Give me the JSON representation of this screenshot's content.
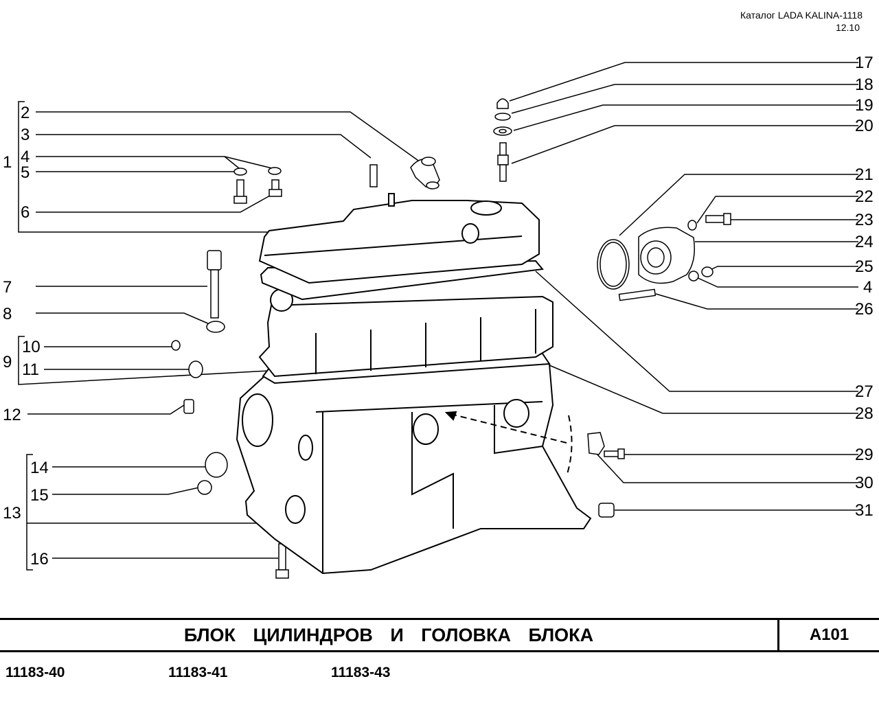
{
  "header": {
    "catalog_title": "Каталог LADA KALINA-1118",
    "revision": "12.10"
  },
  "callouts": {
    "n1": "1",
    "n2": "2",
    "n3": "3",
    "n4a": "4",
    "n4b": "4",
    "n5": "5",
    "n6": "6",
    "n7": "7",
    "n8": "8",
    "n9": "9",
    "n10": "10",
    "n11": "11",
    "n12": "12",
    "n13": "13",
    "n14": "14",
    "n15": "15",
    "n16": "16",
    "n17": "17",
    "n18": "18",
    "n19": "19",
    "n20": "20",
    "n21": "21",
    "n22": "22",
    "n23": "23",
    "n24": "24",
    "n25": "25",
    "n26": "26",
    "n27": "27",
    "n28": "28",
    "n29": "29",
    "n30": "30",
    "n31": "31"
  },
  "footer": {
    "title": "БЛОК ЦИЛИНДРОВ И ГОЛОВКА БЛОКА",
    "page_code": "А101",
    "models": [
      "11183-40",
      "11183-41",
      "11183-43"
    ]
  }
}
